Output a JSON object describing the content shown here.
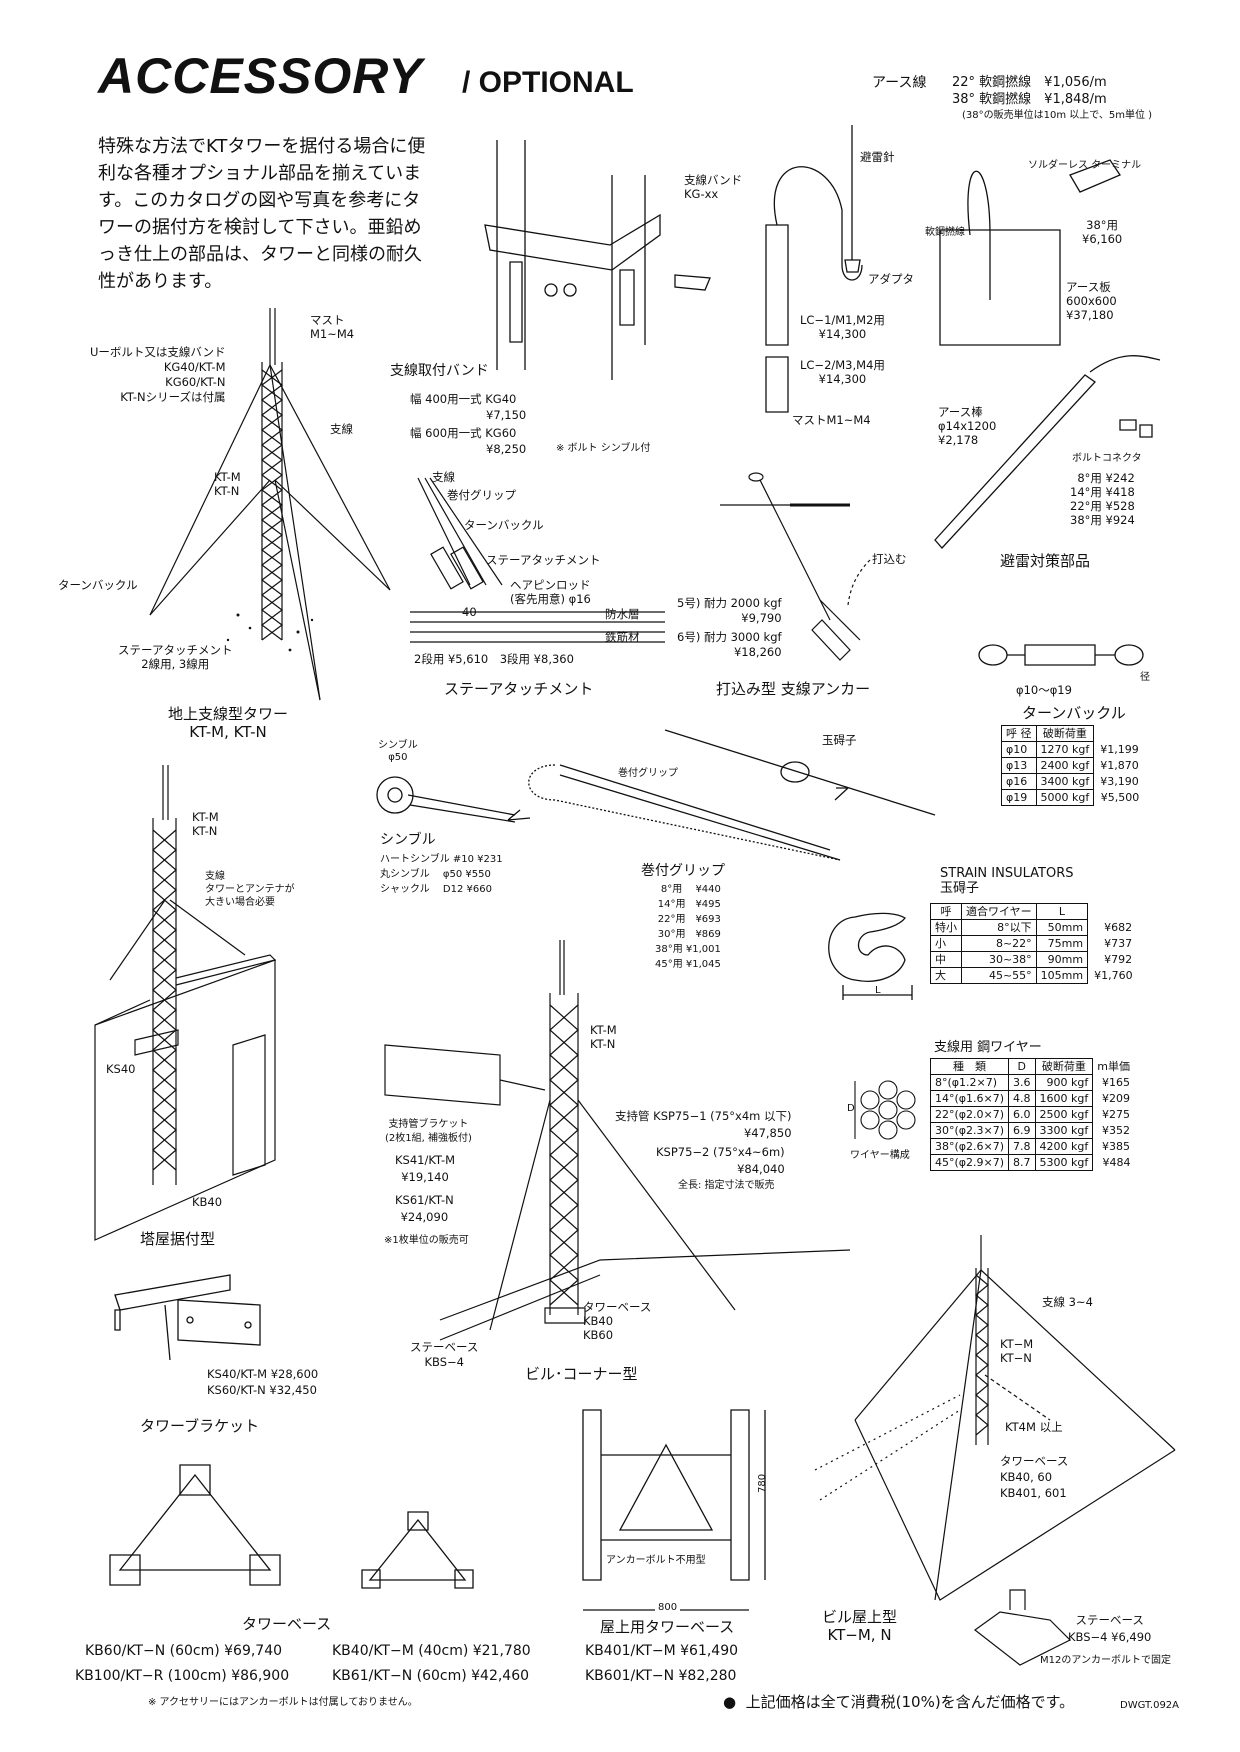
{
  "title": {
    "main": "ACCESSORY",
    "sub": "/ OPTIONAL"
  },
  "intro": "特殊な方法でKTタワーを据付る場合に便利な各種オプショナル部品を揃えています。このカタログの図や写真を参考にタワーの据付方を検討して下さい。亜鉛めっき仕上の部品は、タワーと同様の耐久性があります。",
  "earth_wire": {
    "label": "アース線",
    "row1": "22° 軟鋼撚線　¥1,056/m",
    "row2": "38° 軟鋼撚線　¥1,848/m",
    "note": "(38°の販売単位は10m 以上で、5m単位 )"
  },
  "ground_tower": {
    "mast": "マスト\nM1~M4",
    "ubolt": "Uーボルト又は支線バンド\nKG40/KT-M\nKG60/KT-N\nKT-Nシリーズは付属",
    "guy": "支線",
    "kt": "KT-M\nKT-N",
    "turnbuckle": "ターンバックル",
    "stay": "ステーアタッチメント\n2線用, 3線用",
    "caption": "地上支線型タワー\nKT-M, KT-N"
  },
  "band": {
    "label": "支線バンド\nKG-xx",
    "title": "支線取付バンド",
    "row1a": "幅 400用一式 KG40",
    "row1b": "¥7,150",
    "row2a": "幅 600用一式 KG60",
    "row2b": "¥8,250",
    "note": "※ ボルト シンブル付"
  },
  "lightning": {
    "rod": "避雷針",
    "adapter": "アダプタ",
    "lc1": "LC−1/M1,M2用\n¥14,300",
    "lc2": "LC−2/M3,M4用\n¥14,300",
    "mast": "マストM1~M4",
    "solderless": "ソルダーレス ターミナル",
    "solderless_price": "38°用\n¥6,160",
    "soft_wire": "軟鋼撚線",
    "plate": "アース板\n600x600\n¥37,180",
    "earth_rod": "アース棒\nφ14x1200\n¥2,178",
    "bolt_connector": "ボルトコネクタ",
    "bc_prices": "8°用 ¥242\n14°用 ¥418\n22°用 ¥528\n38°用 ¥924",
    "caption": "避雷対策部品"
  },
  "stay_attach": {
    "guy": "支線",
    "grip": "巻付グリップ",
    "turnbuckle": "ターンバックル",
    "stay": "ステーアタッチメント",
    "hairpin": "ヘアピンロッド\n(客先用意) φ16",
    "dim": "40",
    "waterproof": "防水層",
    "rebar": "鉄筋材",
    "prices": "2段用 ¥5,610　3段用 ¥8,360",
    "caption": "ステーアタッチメント"
  },
  "anchor": {
    "drive": "打込む",
    "no5": "5号) 耐力 2000 kgf\n¥9,790",
    "no6": "6号) 耐力 3000 kgf\n¥18,260",
    "caption": "打込み型 支線アンカー"
  },
  "turnbuckle": {
    "dia": "径",
    "range": "φ10～φ19",
    "title": "ターンバックル",
    "headers": [
      "呼 径",
      "破断荷重"
    ],
    "rows": [
      [
        "φ10",
        "1270 kgf",
        "¥1,199"
      ],
      [
        "φ13",
        "2400 kgf",
        "¥1,870"
      ],
      [
        "φ16",
        "3400 kgf",
        "¥3,190"
      ],
      [
        "φ19",
        "5000 kgf",
        "¥5,500"
      ]
    ]
  },
  "thimble": {
    "label": "シンブル\nφ50",
    "title": "シンブル",
    "prices": "ハートシンブル #10 ¥231\n丸シンブル　 φ50 ¥550\nシャックル　 D12 ¥660"
  },
  "grip": {
    "label": "巻付グリップ",
    "title": "巻付グリップ",
    "insulator": "玉碍子",
    "prices": "8°用　 ¥440\n14°用　¥495\n22°用　¥693\n30°用　¥869\n38°用 ¥1,001\n45°用 ¥1,045"
  },
  "insulators": {
    "title": "STRAIN INSULATORS\n玉碍子",
    "L": "L",
    "headers": [
      "呼",
      "適合ワイヤー",
      "L"
    ],
    "rows": [
      [
        "特小",
        "8°以下",
        "50mm",
        "¥682"
      ],
      [
        "小",
        "8~22°",
        "75mm",
        "¥737"
      ],
      [
        "中",
        "30~38°",
        "90mm",
        "¥792"
      ],
      [
        "大",
        "45~55°",
        "105mm",
        "¥1,760"
      ]
    ]
  },
  "steel_wire": {
    "title": "支線用 鋼ワイヤー",
    "D": "D",
    "structure": "ワイヤー構成",
    "headers": [
      "種　類",
      "D",
      "破断荷重",
      "m単価"
    ],
    "rows": [
      [
        "8°(φ1.2×7)",
        "3.6",
        "900 kgf",
        "¥165"
      ],
      [
        "14°(φ1.6×7)",
        "4.8",
        "1600 kgf",
        "¥209"
      ],
      [
        "22°(φ2.0×7)",
        "6.0",
        "2500 kgf",
        "¥275"
      ],
      [
        "30°(φ2.3×7)",
        "6.9",
        "3300 kgf",
        "¥352"
      ],
      [
        "38°(φ2.6×7)",
        "7.8",
        "4200 kgf",
        "¥385"
      ],
      [
        "45°(φ2.9×7)",
        "8.7",
        "5300 kgf",
        "¥484"
      ]
    ]
  },
  "building_tower": {
    "kt": "KT-M\nKT-N",
    "guy": "支線\nタワーとアンテナが\n大きい場合必要",
    "ks40": "KS40",
    "kb40": "KB40",
    "caption": "塔屋据付型"
  },
  "corner": {
    "kt": "KT-M\nKT-N",
    "bracket": "支持管ブラケット\n(2枚1組, 補強板付)",
    "ks41": "KS41/KT-M\n¥19,140",
    "ks61": "KS61/KT-N\n¥24,090",
    "note": "※1枚単位の販売可",
    "pipe1": "支持管 KSP75−1 (75°x4m 以下)\n¥47,850",
    "pipe2": "KSP75−2 (75°x4~6m)\n¥84,040",
    "length": "全長: 指定寸法で販売",
    "base": "タワーベース\nKB40\nKB60",
    "stay_base": "ステーベース\nKBS−4",
    "caption": "ビル･コーナー型"
  },
  "tower_bracket": {
    "prices": "KS40/KT-M ¥28,600\nKS60/KT-N ¥32,450",
    "caption": "タワーブラケット"
  },
  "tower_base": {
    "caption": "タワーベース",
    "kb60": "KB60/KT−N (60cm) ¥69,740",
    "kb100": "KB100/KT−R (100cm) ¥86,900",
    "kb40": "KB40/KT−M (40cm) ¥21,780",
    "kb61": "KB61/KT−N (60cm) ¥42,460",
    "note": "※ アクセサリーにはアンカーボルトは付属しておりません。"
  },
  "roof_base": {
    "dim_h": "780",
    "dim_w": "800",
    "note": "アンカーボルト不用型",
    "caption": "屋上用タワーベース",
    "kb401": "KB401/KT−M ¥61,490",
    "kb601": "KB601/KT−N ¥82,280"
  },
  "roof_tower": {
    "guy": "支線 3~4",
    "kt": "KT−M\nKT−N",
    "kt4m": "KT4M 以上",
    "base": "タワーベース\nKB40, 60\nKB401, 601",
    "caption": "ビル屋上型\nKT−M, N",
    "stay": "ステーベース\nKBS−4 ¥6,490",
    "note": "M12のアンカーボルトで固定"
  },
  "footer": {
    "tax": "上記価格は全て消費税(10%)を含んだ価格です。",
    "code": "DWGT.092A"
  }
}
